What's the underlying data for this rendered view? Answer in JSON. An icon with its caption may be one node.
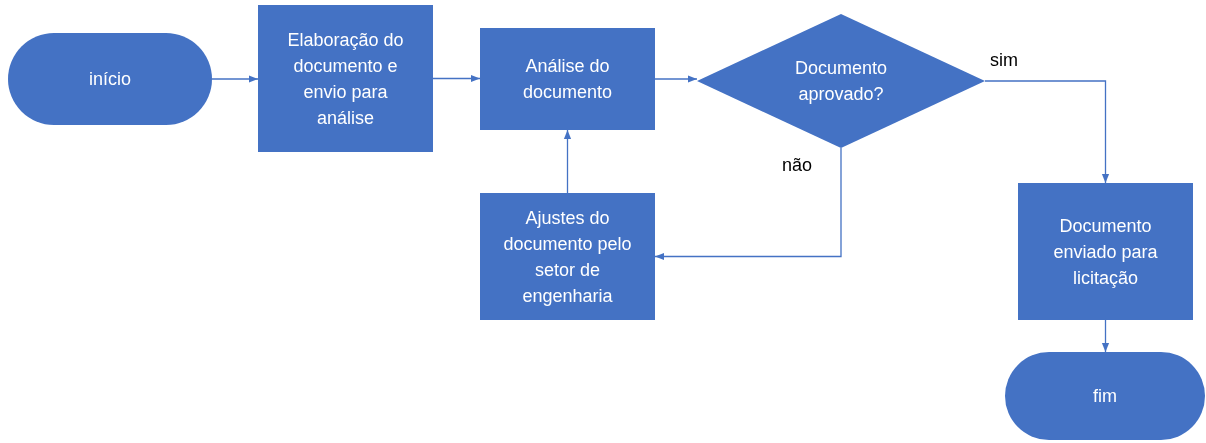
{
  "diagram": {
    "nodes": [
      {
        "text": [
          "início"
        ]
      },
      {
        "text": [
          "Elaboração do documento e envio para análise"
        ]
      },
      {
        "text": [
          "Análise do documento"
        ]
      },
      {
        "text": [
          "Documento aprovado?"
        ]
      },
      {
        "text": [
          "Ajustes do documento pelo setor de engenharia"
        ]
      },
      {
        "text": [
          "Documento enviado para licitação"
        ]
      },
      {
        "text": [
          "fim"
        ]
      }
    ],
    "edges": [
      {
        "from": 0,
        "to": 1,
        "arrow": "to"
      },
      {
        "from": 1,
        "to": 2,
        "arrow": "to"
      },
      {
        "from": 2,
        "to": 3,
        "arrow": "to"
      },
      {
        "from": 3,
        "to": 5,
        "arrow": "to",
        "label": "sim"
      },
      {
        "from": 3,
        "to": 4,
        "arrow": "to",
        "label": "não"
      },
      {
        "from": 4,
        "to": 2,
        "arrow": "to"
      },
      {
        "from": 5,
        "to": 6,
        "arrow": "to"
      }
    ]
  }
}
